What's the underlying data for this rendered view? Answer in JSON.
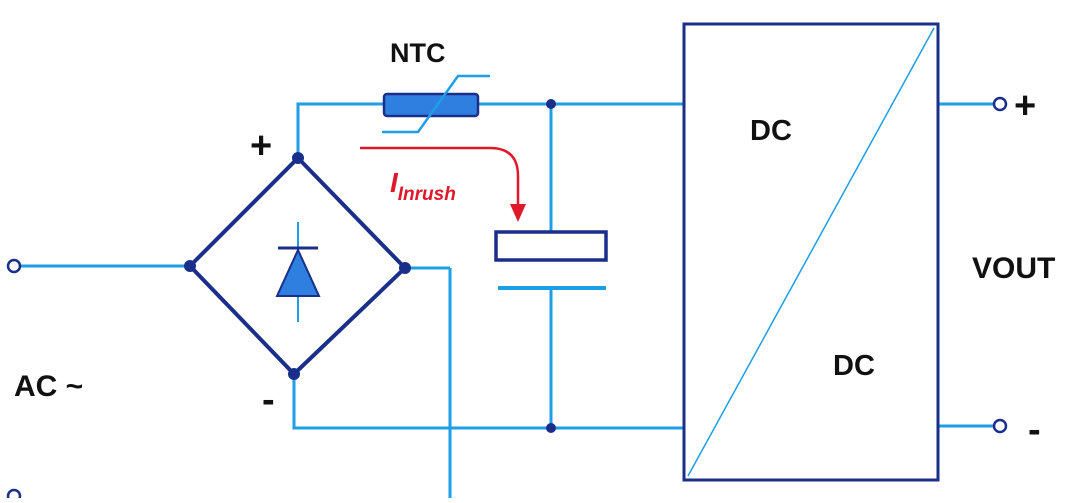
{
  "labels": {
    "ntc": "NTC",
    "inrush_main": "I",
    "inrush_sub": "Inrush",
    "plus_bridge": "+",
    "minus_bridge": "-",
    "ac": "AC ~",
    "dc_top": "DC",
    "dc_bottom": "DC",
    "vout": "VOUT",
    "plus_out": "+",
    "minus_out": "-"
  },
  "colors": {
    "wire": "#1e9ee6",
    "bridge": "#1a2f8a",
    "component_fill": "#2f7fe0",
    "component_stroke": "#1a2f8a",
    "inrush": "#e0192a",
    "text": "#111111"
  }
}
